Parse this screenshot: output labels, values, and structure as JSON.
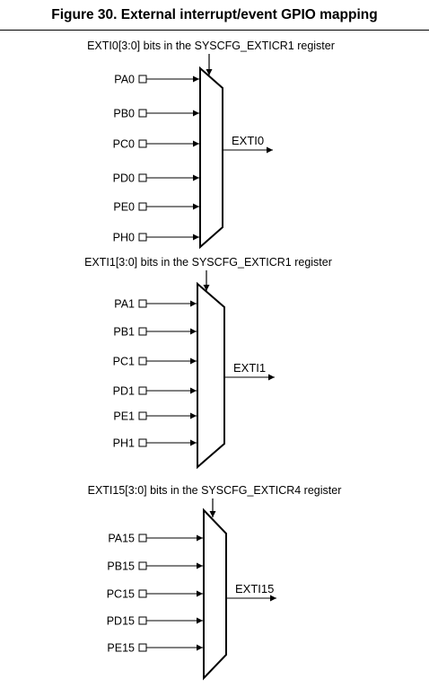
{
  "figure": {
    "title": "Figure 30. External interrupt/event GPIO mapping"
  },
  "muxes": [
    {
      "register_label": "EXTI0[3:0] bits in the SYSCFG_EXTICR1 register",
      "inputs": [
        "PA0",
        "PB0",
        "PC0",
        "PD0",
        "PE0",
        "PH0"
      ],
      "output": "EXTI0"
    },
    {
      "register_label": "EXTI1[3:0] bits in the SYSCFG_EXTICR1 register",
      "inputs": [
        "PA1",
        "PB1",
        "PC1",
        "PD1",
        "PE1",
        "PH1"
      ],
      "output": "EXTI1"
    },
    {
      "register_label": "EXTI15[3:0] bits in the SYSCFG_EXTICR4 register",
      "inputs": [
        "PA15",
        "PB15",
        "PC15",
        "PD15",
        "PE15"
      ],
      "output": "EXTI15"
    }
  ]
}
